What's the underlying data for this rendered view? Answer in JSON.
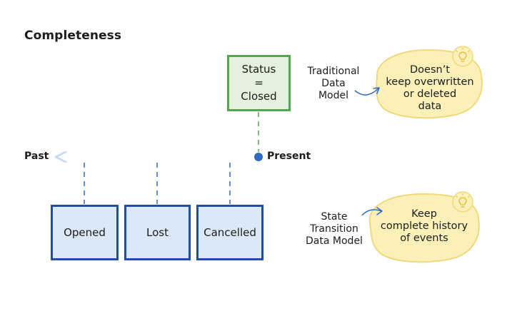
{
  "title": "Completeness",
  "status_box": {
    "text": "Status\n=\nClosed"
  },
  "timeline": {
    "past_label": "Past",
    "present_label": "Present"
  },
  "events": [
    {
      "label": "Opened"
    },
    {
      "label": "Lost"
    },
    {
      "label": "Cancelled"
    }
  ],
  "notes": {
    "traditional": {
      "label": "Traditional\nData\nModel",
      "bubble": "Doesn’t\nkeep overwritten\nor deleted\ndata"
    },
    "state_transition": {
      "label": "State\nTransition\nData Model",
      "bubble": "Keep\ncomplete history\nof events"
    }
  },
  "colors": {
    "green_border": "#52a84f",
    "green_fill": "#e3f1de",
    "blue_border": "#1f4ea3",
    "blue_fill": "#dbe8f7",
    "timeline": "#3f7fd0",
    "bubble_fill": "#fbf0b8",
    "bubble_border": "#efd97a"
  },
  "icons": [
    "lightbulb-icon",
    "arrow-icon",
    "timeline-arrow-icon"
  ]
}
